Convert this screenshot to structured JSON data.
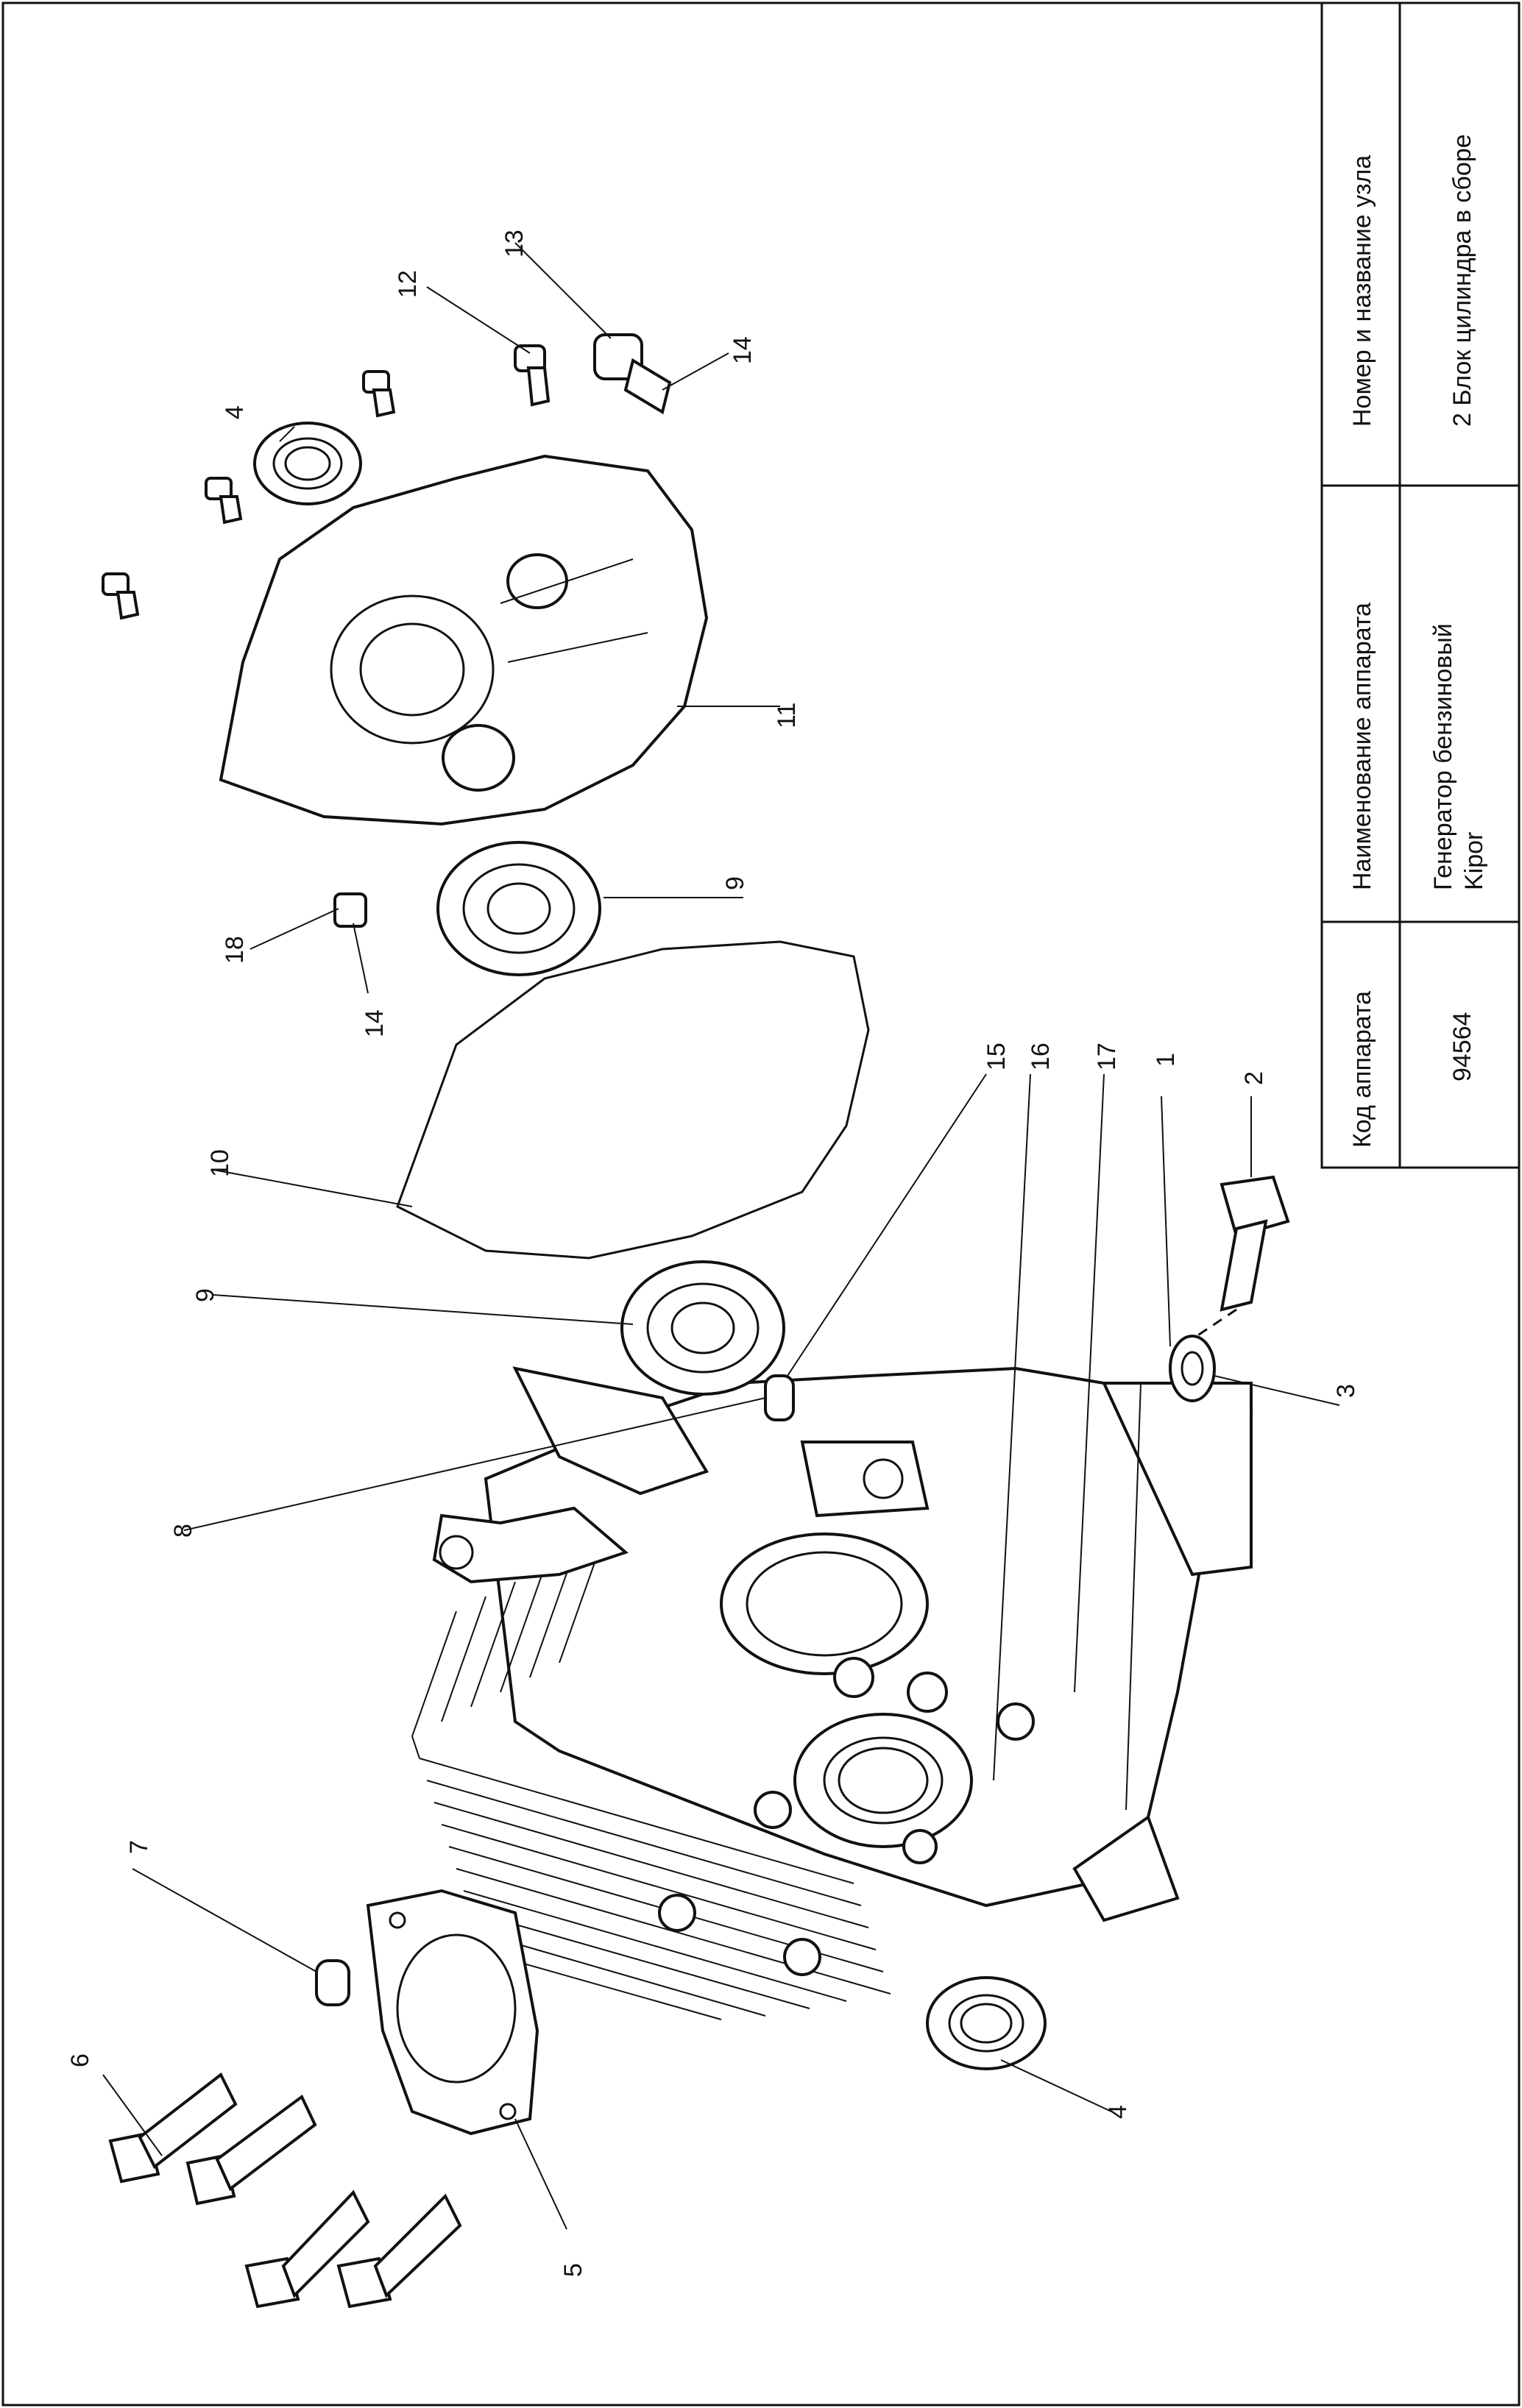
{
  "title_block": {
    "col1_header": "Код аппарата",
    "col1_value": "94564",
    "col2_header": "Наименование аппарата",
    "col2_value_line1": "Генератор бензиновый",
    "col2_value_line2": "Kipor",
    "col3_header": "Номер и название узла",
    "col3_value": "2 Блок цилиндра в сборе"
  },
  "callouts": {
    "c1": "1",
    "c2": "2",
    "c3": "3",
    "c4a": "4",
    "c4b": "4",
    "c5": "5",
    "c6": "6",
    "c7": "7",
    "c8": "8",
    "c9a": "9",
    "c9b": "9",
    "c10": "10",
    "c11": "11",
    "c12": "12",
    "c13": "13",
    "c14a": "14",
    "c14b": "14",
    "c15": "15",
    "c16": "16",
    "c17": "17",
    "c18": "18"
  }
}
